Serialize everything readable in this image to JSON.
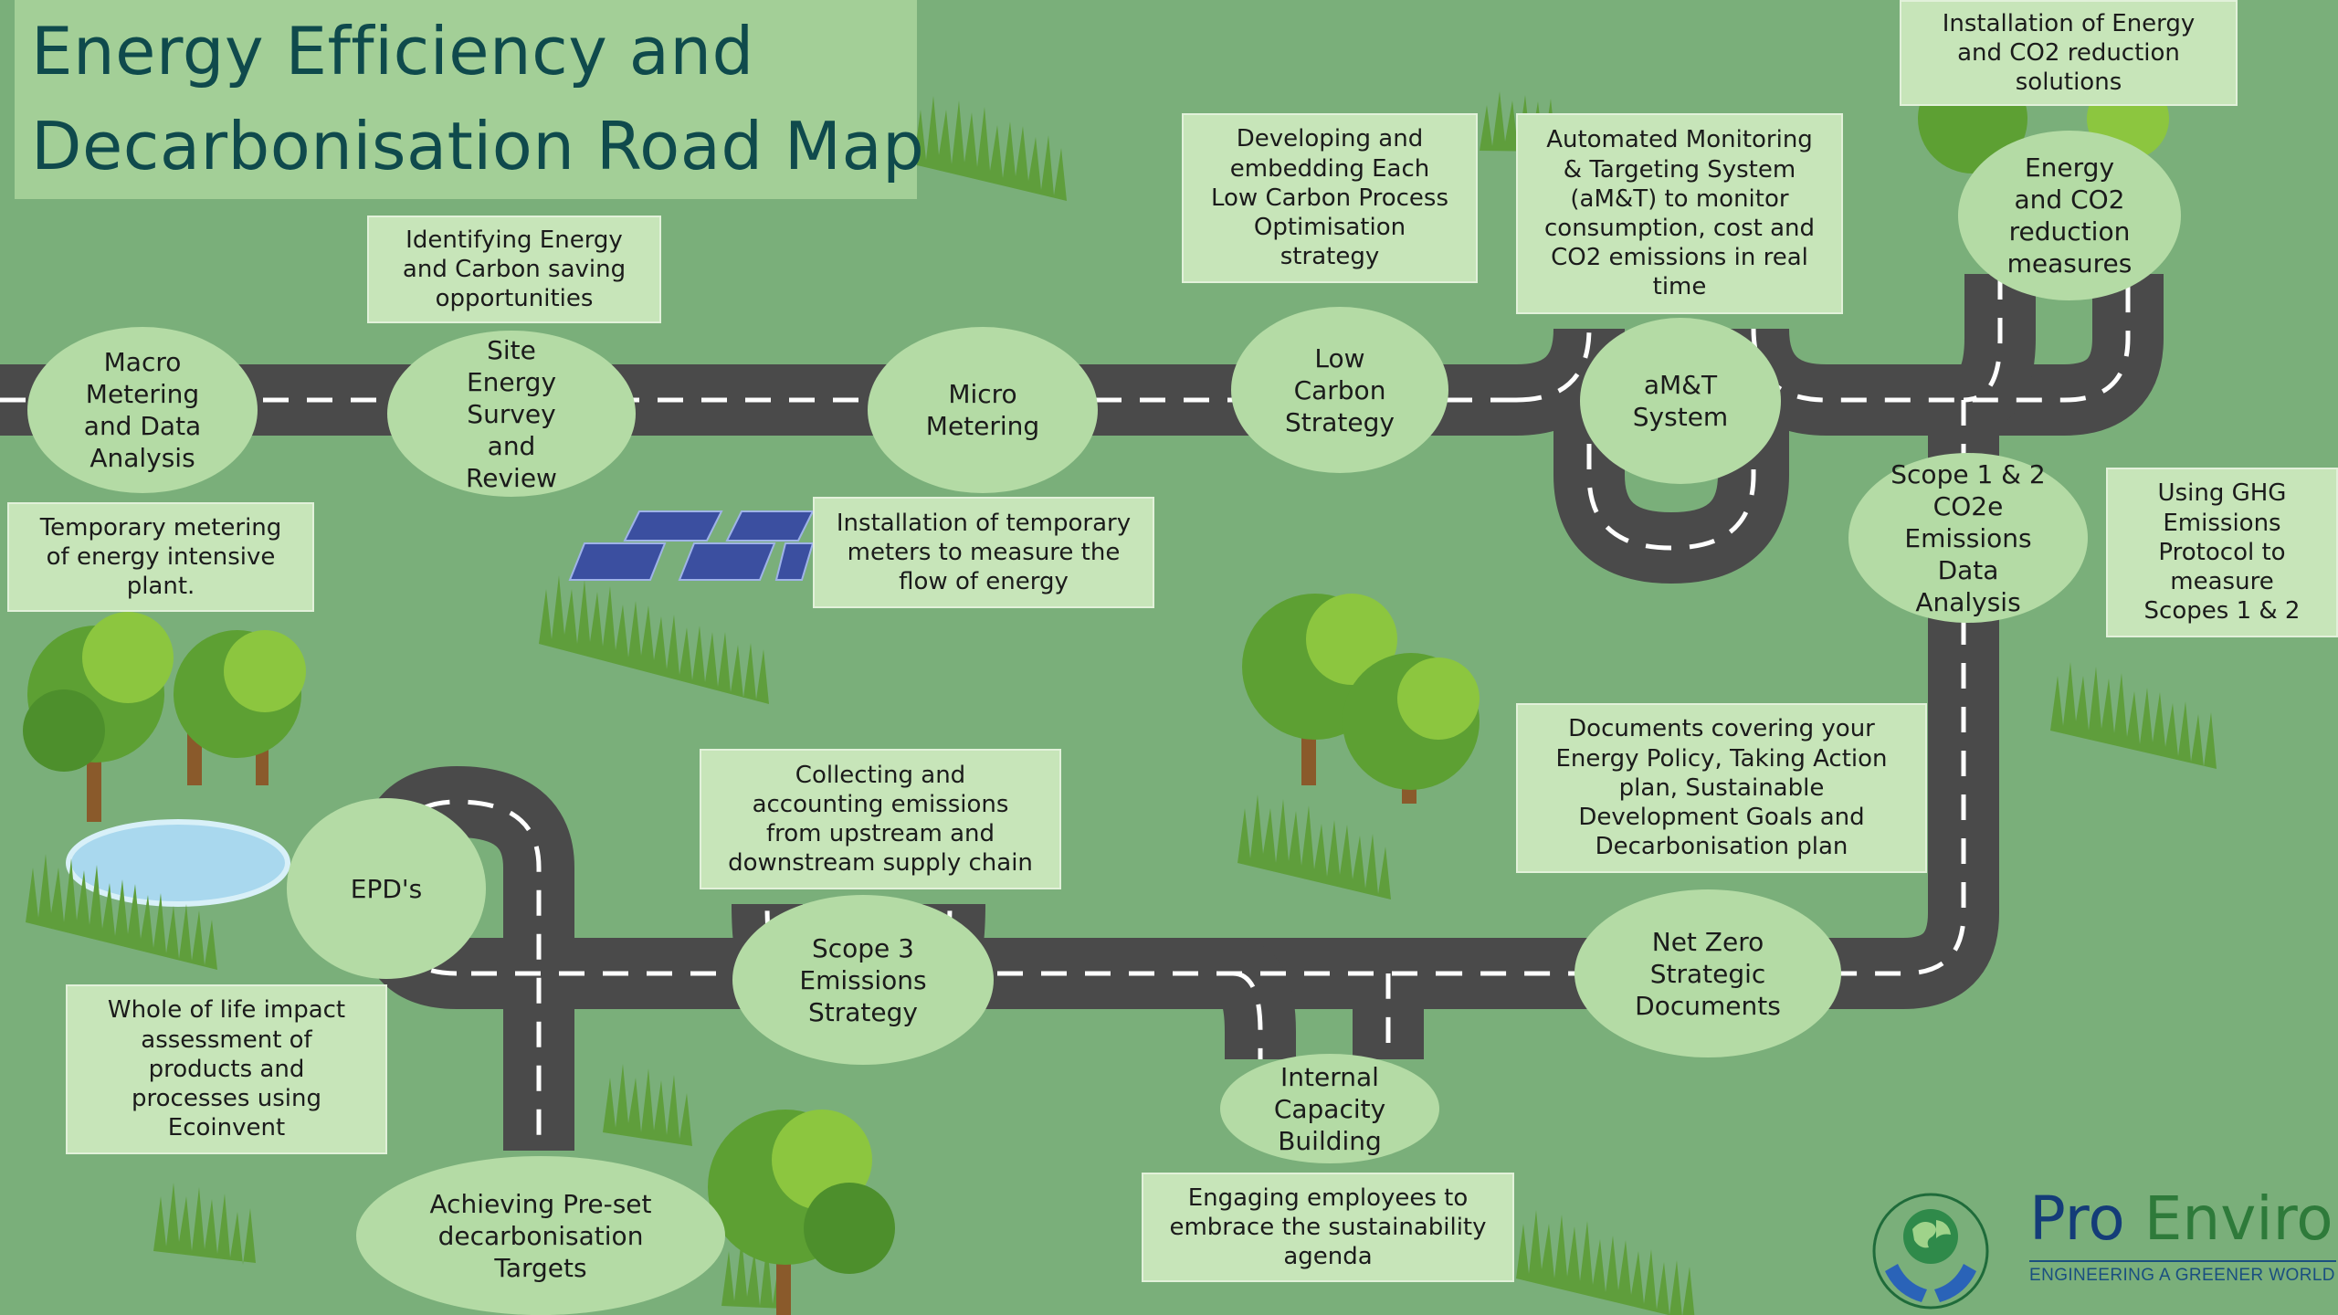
{
  "title": {
    "line1": "Energy Efficiency and",
    "line2": "Decarbonisation Road Map"
  },
  "stages": [
    {
      "id": "macro-metering",
      "lines": [
        "Macro",
        "Metering",
        "and Data",
        "Analysis"
      ]
    },
    {
      "id": "site-energy-survey",
      "lines": [
        "Site",
        "Energy",
        "Survey",
        "and",
        "Review"
      ]
    },
    {
      "id": "micro-metering",
      "lines": [
        "Micro",
        "Metering"
      ]
    },
    {
      "id": "low-carbon-strategy",
      "lines": [
        "Low",
        "Carbon",
        "Strategy"
      ]
    },
    {
      "id": "amt-system",
      "lines": [
        "aM&T",
        "System"
      ]
    },
    {
      "id": "energy-co2-measures",
      "lines": [
        "Energy",
        "and CO2",
        "reduction",
        "measures"
      ]
    },
    {
      "id": "scope-1-2",
      "lines": [
        "Scope 1 & 2",
        "CO2e",
        "Emissions",
        "Data",
        "Analysis"
      ]
    },
    {
      "id": "net-zero-documents",
      "lines": [
        "Net Zero",
        "Strategic",
        "Documents"
      ]
    },
    {
      "id": "internal-capacity",
      "lines": [
        "Internal",
        "Capacity",
        "Building"
      ]
    },
    {
      "id": "scope-3",
      "lines": [
        "Scope 3",
        "Emissions",
        "Strategy"
      ]
    },
    {
      "id": "epds",
      "lines": [
        "EPD's"
      ]
    },
    {
      "id": "decarbonisation-targets",
      "lines": [
        "Achieving Pre-set",
        "decarbonisation",
        "Targets"
      ]
    }
  ],
  "notes": [
    {
      "id": "identifying-savings",
      "lines": [
        "Identifying Energy",
        "and Carbon saving",
        "opportunities"
      ]
    },
    {
      "id": "temporary-metering",
      "lines": [
        "Temporary metering",
        "of energy intensive",
        "plant."
      ]
    },
    {
      "id": "temporary-meters",
      "lines": [
        "Installation of temporary",
        "meters to measure the",
        "flow of energy"
      ]
    },
    {
      "id": "low-carbon-process",
      "lines": [
        "Developing and",
        "embedding Each",
        "Low Carbon Process",
        "Optimisation",
        "strategy"
      ]
    },
    {
      "id": "amt-description",
      "lines": [
        "Automated Monitoring",
        "& Targeting System",
        "(aM&T) to monitor",
        "consumption, cost and",
        "CO2 emissions in real",
        "time"
      ]
    },
    {
      "id": "installation-solutions",
      "lines": [
        "Installation of Energy",
        "and CO2 reduction",
        "solutions"
      ]
    },
    {
      "id": "ghg-protocol",
      "lines": [
        "Using GHG",
        "Emissions",
        "Protocol to",
        "measure",
        "Scopes 1 & 2"
      ]
    },
    {
      "id": "policy-documents",
      "lines": [
        "Documents covering your",
        "Energy Policy, Taking Action",
        "plan, Sustainable",
        "Development Goals and",
        "Decarbonisation plan"
      ]
    },
    {
      "id": "supply-chain",
      "lines": [
        "Collecting and",
        "accounting emissions",
        "from upstream and",
        "downstream supply chain"
      ]
    },
    {
      "id": "engaging-employees",
      "lines": [
        "Engaging employees to",
        "embrace the sustainability",
        "agenda"
      ]
    },
    {
      "id": "lifecycle-assessment",
      "lines": [
        "Whole of life impact",
        "assessment of",
        "products and",
        "processes using",
        "Ecoinvent"
      ]
    }
  ],
  "logo": {
    "name_part1": "Pro",
    "name_part2": " Enviro",
    "tagline": "ENGINEERING A GREENER WORLD",
    "icon": "globe-in-hands-icon"
  },
  "colors": {
    "background": "#7aaf7a",
    "road": "#4a4a4a",
    "road_marking": "#ffffff",
    "stage_fill": "#b4dba5",
    "note_fill": "#c7e5b9",
    "title_text": "#0f4a4c",
    "brand_blue": "#143c78",
    "brand_green": "#2e7a3a"
  }
}
